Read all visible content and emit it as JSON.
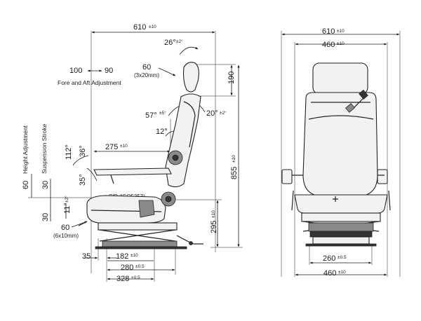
{
  "side_view": {
    "top_width": {
      "value": "610",
      "tol": "±10"
    },
    "head_angle": {
      "value": "26°",
      "tol": "±2°"
    },
    "head_adjust": {
      "value": "60",
      "unit": "(3x20mm)"
    },
    "fore_aft_100": "100",
    "fore_aft_90": "90",
    "fore_aft_label": "Fore and Aft Adjustment",
    "head_height": "190",
    "back_angle_57": {
      "value": "57°",
      "tol": "±5°"
    },
    "back_angle_20": {
      "value": "20°",
      "tol": "±2°"
    },
    "back_angle_12": "12°",
    "armrest_275": {
      "value": "275",
      "tol": "±10"
    },
    "angle_112": "112°",
    "angle_36": "36°",
    "angle_35": "35°",
    "height_adjust_label": "Height Adjustment",
    "height_adjust_60": "60",
    "susp_stroke_label": "Suspension Stroke",
    "susp_30_top": "30",
    "susp_30_bottom": "30",
    "seat_angle": {
      "value": "11°",
      "tol": "±2°"
    },
    "sip_label": "SIP (ISO5353)",
    "total_height": {
      "value": "855",
      "tol": "±10"
    },
    "sip_height": {
      "value": "295",
      "tol": "±10"
    },
    "seat_adjust": {
      "value": "60",
      "unit": "(6x10mm)"
    },
    "dim_35": "35",
    "dim_182": {
      "value": "182",
      "tol": "±10"
    },
    "dim_280": {
      "value": "280",
      "tol": "±0.5"
    },
    "dim_328": {
      "value": "328",
      "tol": "±0.5"
    }
  },
  "front_view": {
    "overall_width": {
      "value": "610",
      "tol": "±10"
    },
    "back_width": {
      "value": "460",
      "tol": "±10"
    },
    "base_260": {
      "value": "260",
      "tol": "±0.5"
    },
    "base_460": {
      "value": "460",
      "tol": "±10"
    }
  }
}
